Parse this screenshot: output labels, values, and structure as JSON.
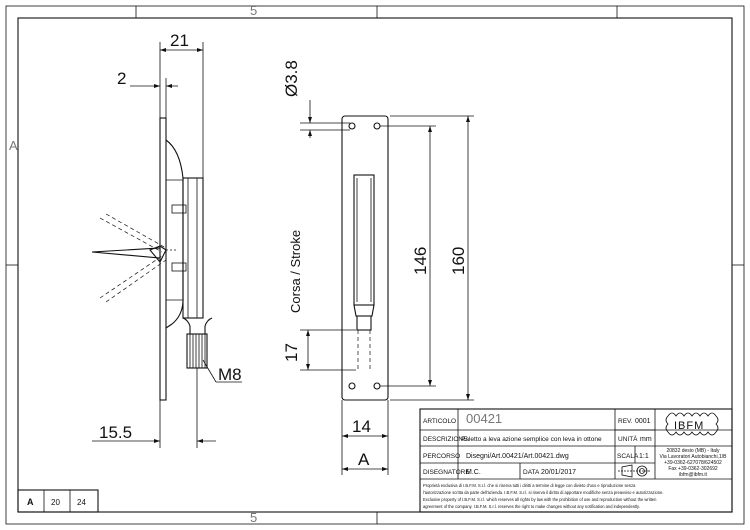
{
  "dimensions": {
    "d21": "21",
    "d2": "2",
    "d15_5": "15.5",
    "m8": "M8",
    "d3_8": "Ø3.8",
    "corsa": "Corsa / Stroke",
    "d146": "146",
    "d160": "160",
    "d17": "17",
    "d14": "14",
    "section_a": "A"
  },
  "grid": {
    "col_top_5": "5",
    "row_left_a": "A",
    "col_bottom_5": "5"
  },
  "sheet_format": {
    "format": "A",
    "width": "20",
    "height": "24"
  },
  "title_block": {
    "articolo_label": "ARTICOLO",
    "articolo_value": "00421",
    "rev_label": "REV.",
    "rev_value": "0001",
    "descrizione_label": "DESCRIZIONE",
    "descrizione_value": "Paletto a leva azione semplice con leva in ottone",
    "unita_label": "UNITÀ",
    "unita_value": "mm",
    "percorso_label": "PERCORSO",
    "percorso_value": "Disegni/Art.00421/Art.00421.dwg",
    "scala_label": "SCALA",
    "scala_value": "1:1",
    "disegnatore_label": "DISEGNATORE",
    "disegnatore_value": "M.C.",
    "data_label": "DATA",
    "data_value": "20/01/2017",
    "logo_text": "IBFM",
    "company_lines": [
      "20832 desio (MB) - Italy",
      "Via Lavoratori Autobianchi,1/B",
      "+39-0362-627078/624502",
      "Fax +39-0362-302692",
      "ibfm@ibfm.it"
    ],
    "disclaimer_lines": [
      "Proprietà esclusiva di I.B.F.M. S.r.l. che si riserva tutti i diritti a termine di legge con divieto d'uso e riproduzione senza",
      "l'autorizzazione scritta da parte dell'azienda. I.B.F.M. S.r.l. si riserva il diritto di apportare modifiche senza preavviso e autorizzazione.",
      "Exclusive property of I.B.F.M. S.r.l. which reserves all rights by law with the prohibition of use and reproduction without the written",
      "agreement of the company. I.B.F.M. S.r.l. reserves the right to make changes without any notification and independently."
    ]
  }
}
